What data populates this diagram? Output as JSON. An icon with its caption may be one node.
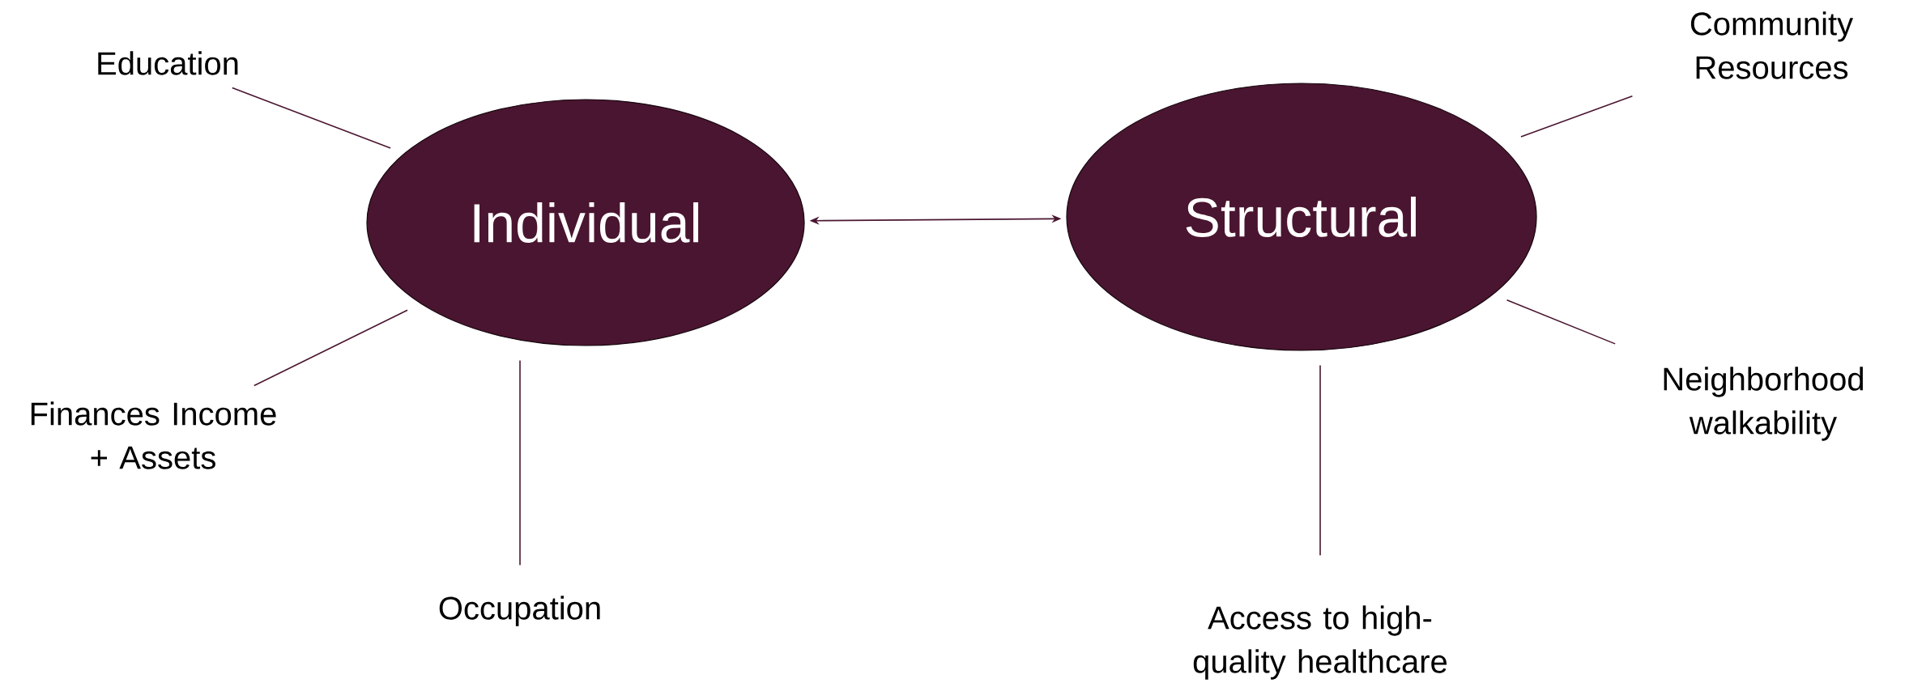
{
  "diagram": {
    "nodes": [
      {
        "text": [
          "Education"
        ]
      },
      {
        "text": [
          "Community Resources"
        ]
      },
      {
        "text": [
          "Individual"
        ]
      },
      {
        "text": [
          "Structural"
        ]
      },
      {
        "text": [
          "Neighborhood walkability"
        ]
      },
      {
        "text": [
          "Finances Income + Assets"
        ]
      },
      {
        "text": [
          "Occupation"
        ]
      },
      {
        "text": [
          "Access to high-quality healthcare"
        ]
      }
    ],
    "edges": [
      {
        "from": 2,
        "to": 3,
        "arrow": "both"
      },
      {
        "from": 0,
        "to": 2,
        "arrow": "none"
      },
      {
        "from": 5,
        "to": 2,
        "arrow": "none"
      },
      {
        "from": 6,
        "to": 2,
        "arrow": "none"
      },
      {
        "from": 1,
        "to": 3,
        "arrow": "none"
      },
      {
        "from": 4,
        "to": 3,
        "arrow": "none"
      },
      {
        "from": 7,
        "to": 3,
        "arrow": "none"
      }
    ]
  }
}
